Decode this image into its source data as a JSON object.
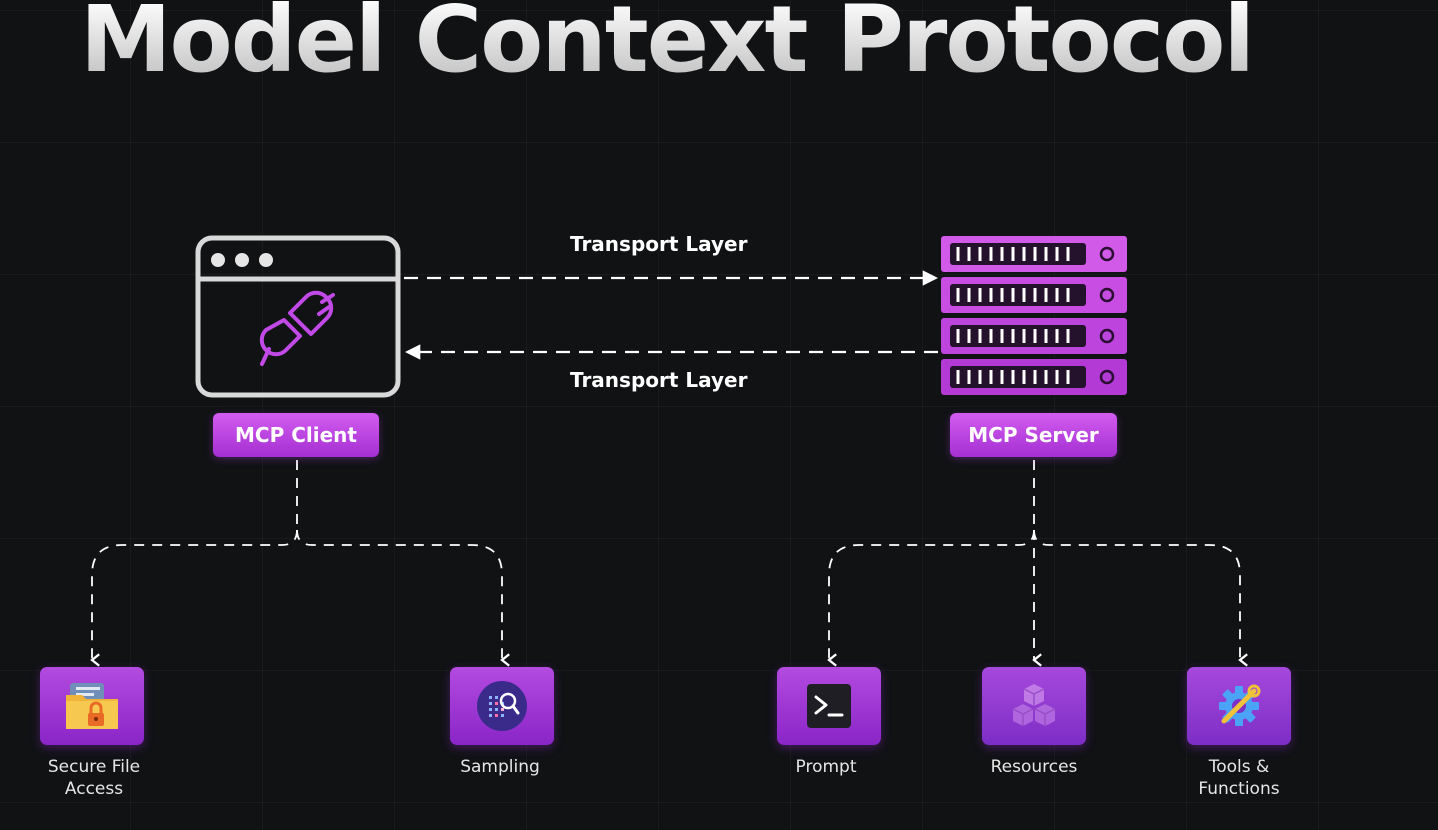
{
  "title": "Model Context Protocol",
  "transport_top": "Transport Layer",
  "transport_bottom": "Transport Layer",
  "client": {
    "label": "MCP Client",
    "icon": "plug-icon"
  },
  "server": {
    "label": "MCP Server",
    "icon": "server-rack-icon"
  },
  "client_features": [
    {
      "label_line1": "Secure File",
      "label_line2": "Access",
      "icon": "locked-folder-icon"
    },
    {
      "label_line1": "Sampling",
      "label_line2": "",
      "icon": "data-search-icon"
    }
  ],
  "server_features": [
    {
      "label_line1": "Prompt",
      "label_line2": "",
      "icon": "terminal-icon"
    },
    {
      "label_line1": "Resources",
      "label_line2": "",
      "icon": "cubes-icon"
    },
    {
      "label_line1": "Tools &",
      "label_line2": "Functions",
      "icon": "gear-wrench-icon"
    }
  ],
  "colors": {
    "background": "#101214",
    "accent_purple": "#b34be0",
    "pill_purple": "#c94ae8",
    "line": "#ffffff"
  }
}
